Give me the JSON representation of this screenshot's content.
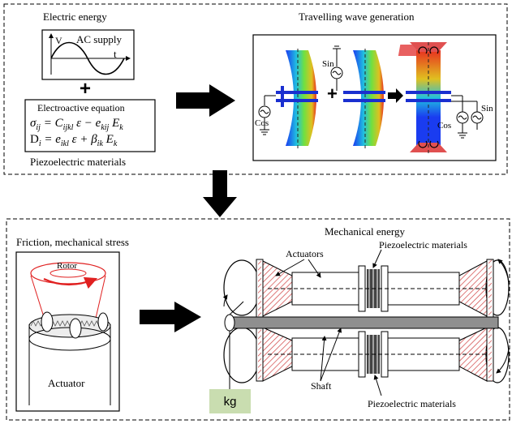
{
  "top_left": {
    "title": "Electric energy",
    "ac_supply": "AC supply",
    "axis_v": "V",
    "axis_t": "t",
    "plus": "+",
    "equation_title": "Electroactive equation",
    "bottom_label": "Piezoelectric materials"
  },
  "top_right": {
    "title": "Travelling wave generation",
    "sin_label_1": "Sin",
    "cos_label_1": "Cos",
    "sin_label_2": "Sin",
    "cos_label_2": "Cos",
    "plus": "+"
  },
  "bottom_left": {
    "title": "Friction, mechanical stress",
    "rotor": "Rotor",
    "actuator": "Actuator"
  },
  "bottom_right": {
    "title": "Mechanical energy",
    "actuators": "Actuators",
    "piezo_top": "Piezoelectric materials",
    "shaft": "Shaft",
    "piezo_bottom": "Piezoelectric materials",
    "weight": "kg"
  },
  "colors": {
    "arrow": "#000000",
    "rotor_lines": "#e02020",
    "hatch": "#d04040",
    "shaft": "#888888",
    "blue_electrode": "#1a2fd0",
    "weight_box": "#c9ddb0"
  }
}
